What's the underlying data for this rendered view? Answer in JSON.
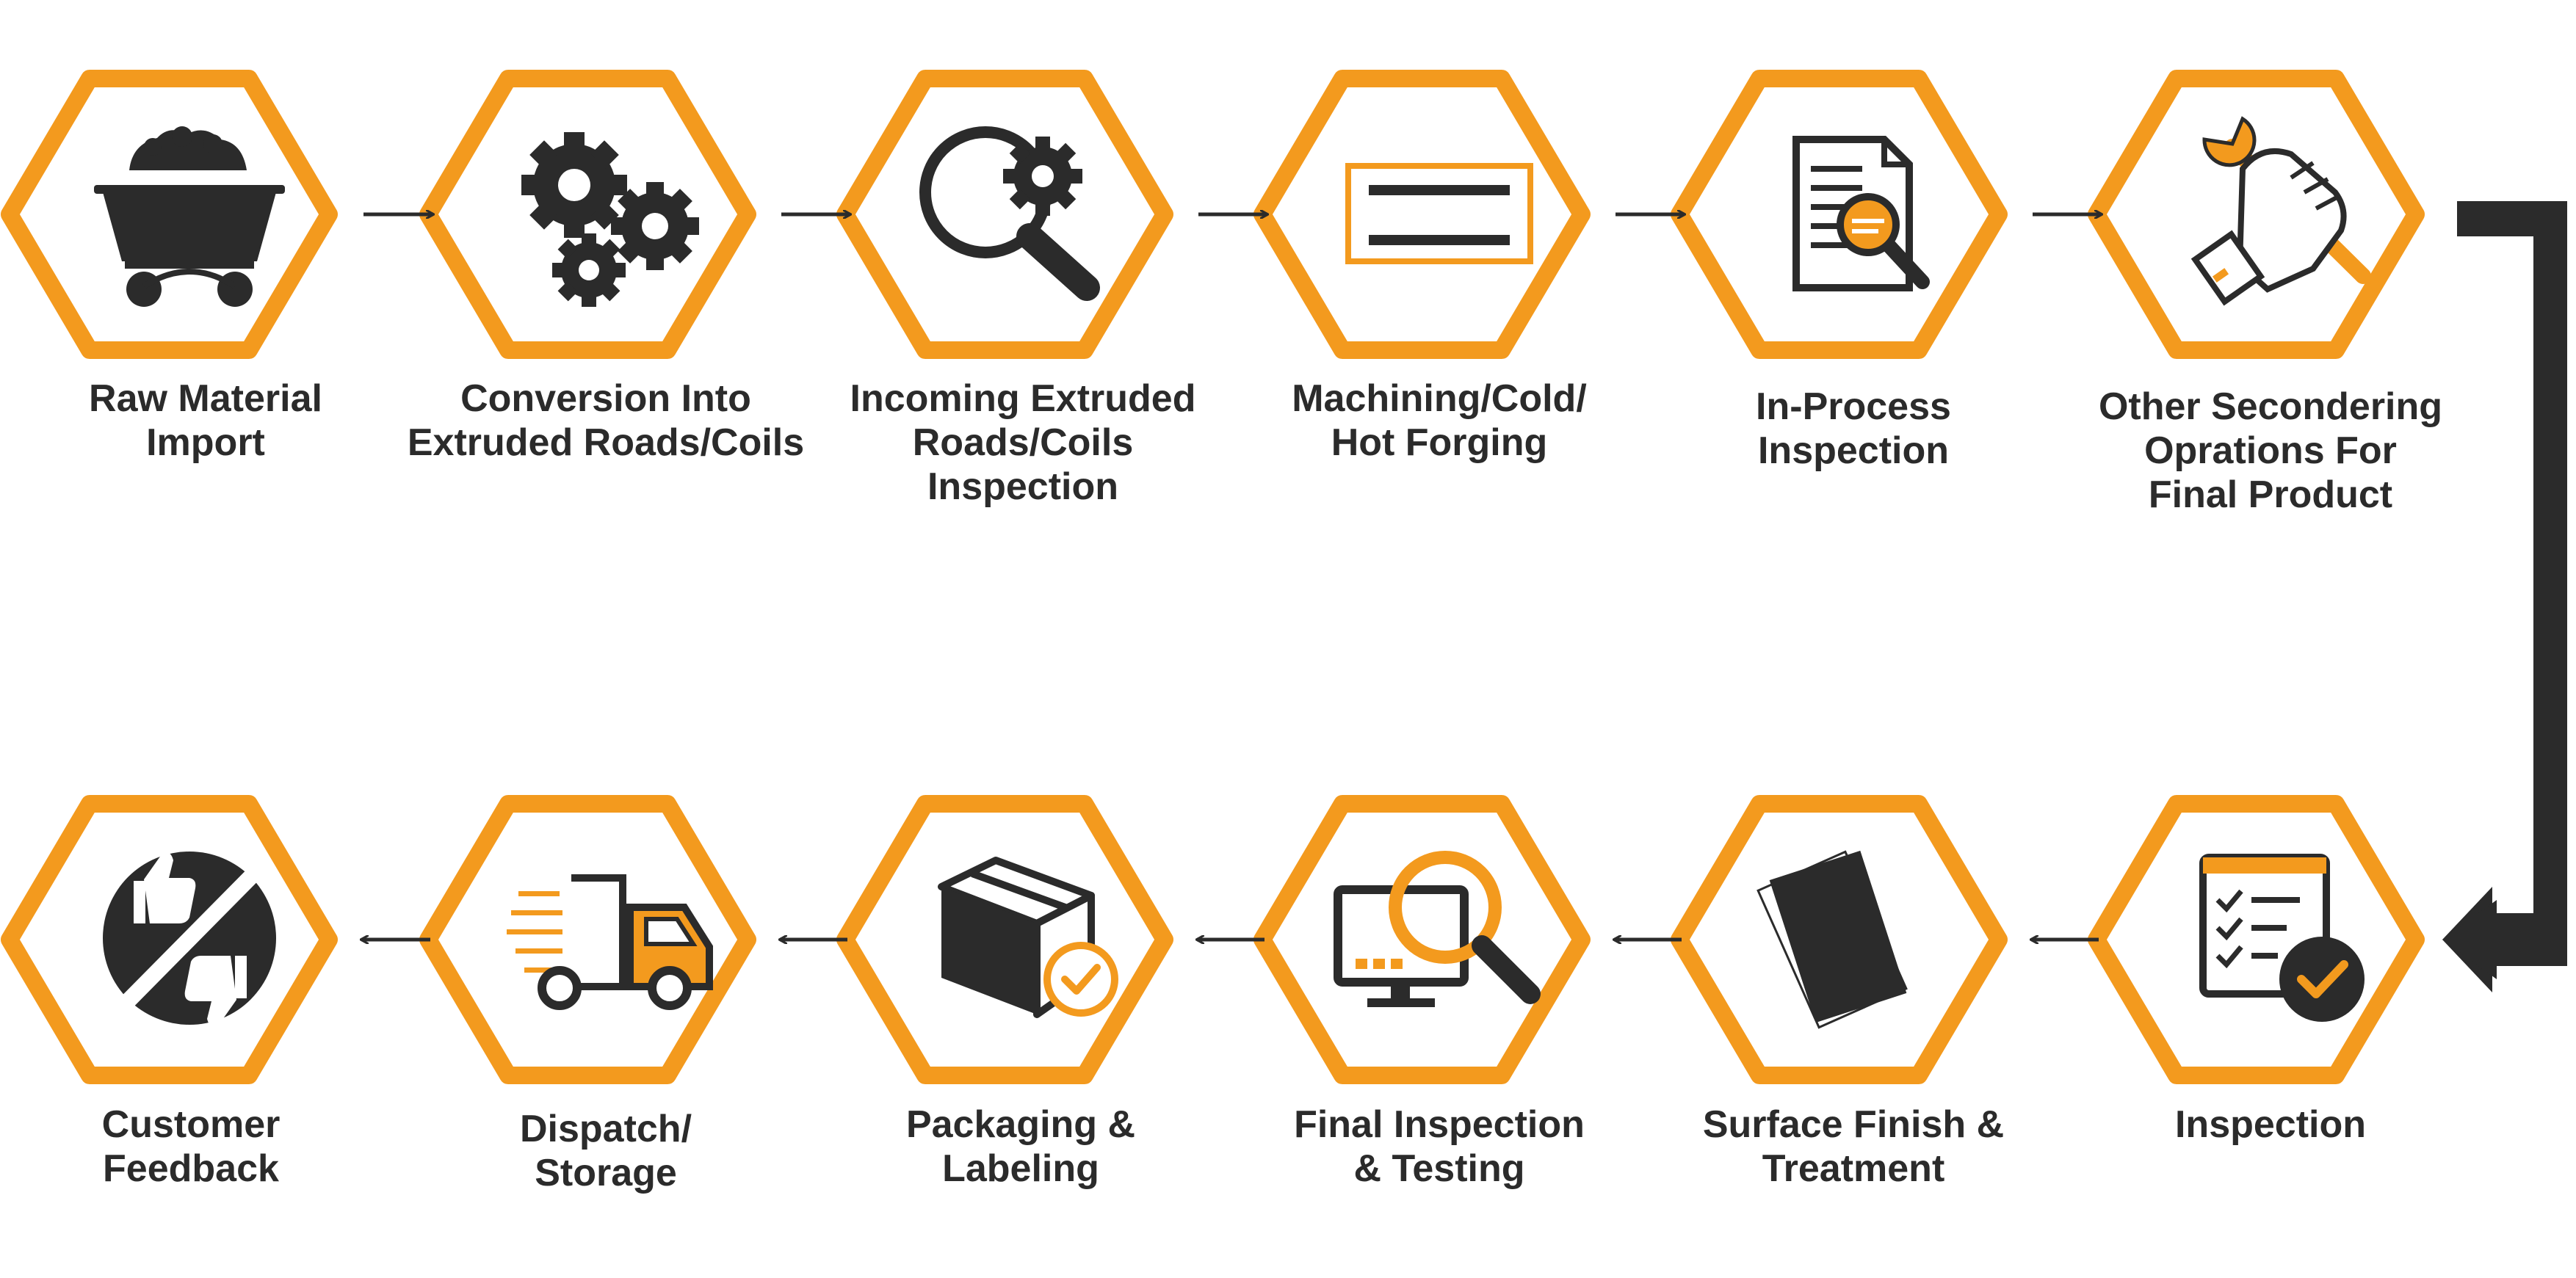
{
  "colors": {
    "accent": "#F39A1E",
    "dark": "#2B2B2B",
    "background": "#FFFFFF"
  },
  "steps": [
    {
      "lines": [
        "Raw Material",
        "Import"
      ],
      "icon": "mine-cart-icon"
    },
    {
      "lines": [
        "Conversion Into",
        "Extruded Roads/Coils"
      ],
      "icon": "gears-icon"
    },
    {
      "lines": [
        "Incoming Extruded",
        "Roads/Coils",
        "Inspection"
      ],
      "icon": "gear-magnifier-icon"
    },
    {
      "lines": [
        "Machining/Cold/",
        "Hot Forging"
      ],
      "icon": "metal-bar-icon"
    },
    {
      "lines": [
        "In-Process",
        "Inspection"
      ],
      "icon": "document-magnifier-icon"
    },
    {
      "lines": [
        "Other Secondering",
        "Oprations For",
        "Final Product"
      ],
      "icon": "hand-wrench-icon"
    },
    {
      "lines": [
        "Inspection"
      ],
      "icon": "checklist-icon"
    },
    {
      "lines": [
        "Surface Finish &",
        "Treatment"
      ],
      "icon": "surface-plates-icon"
    },
    {
      "lines": [
        "Final Inspection",
        "& Testing"
      ],
      "icon": "monitor-magnifier-icon"
    },
    {
      "lines": [
        "Packaging &",
        "Labeling"
      ],
      "icon": "package-check-icon"
    },
    {
      "lines": [
        "Dispatch/",
        "Storage"
      ],
      "icon": "delivery-truck-icon"
    },
    {
      "lines": [
        "Customer",
        "Feedback"
      ],
      "icon": "thumbs-feedback-icon"
    }
  ]
}
